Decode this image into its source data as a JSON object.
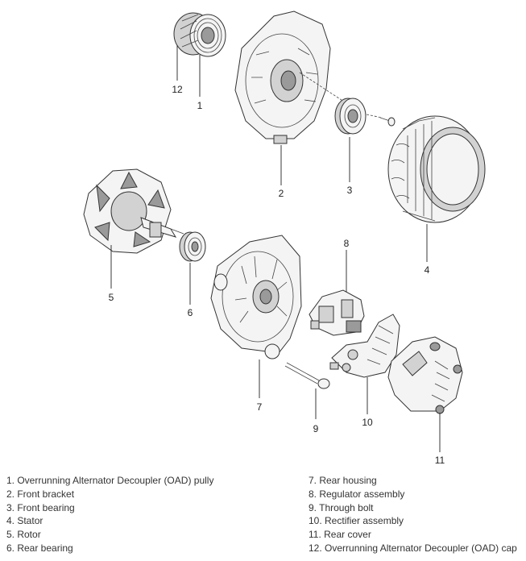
{
  "callouts": [
    "1",
    "2",
    "3",
    "4",
    "5",
    "6",
    "7",
    "8",
    "9",
    "10",
    "11",
    "12"
  ],
  "legend": {
    "left": [
      "1. Overrunning Alternator Decoupler (OAD) pully",
      "2. Front bracket",
      "3. Front bearing",
      "4. Stator",
      "5. Rotor",
      "6. Rear bearing"
    ],
    "right": [
      "7. Rear housing",
      "8. Regulator assembly",
      "9. Through bolt",
      "10. Rectifier assembly",
      "11. Rear cover",
      "12. Overrunning Alternator Decoupler (OAD) cap"
    ]
  }
}
